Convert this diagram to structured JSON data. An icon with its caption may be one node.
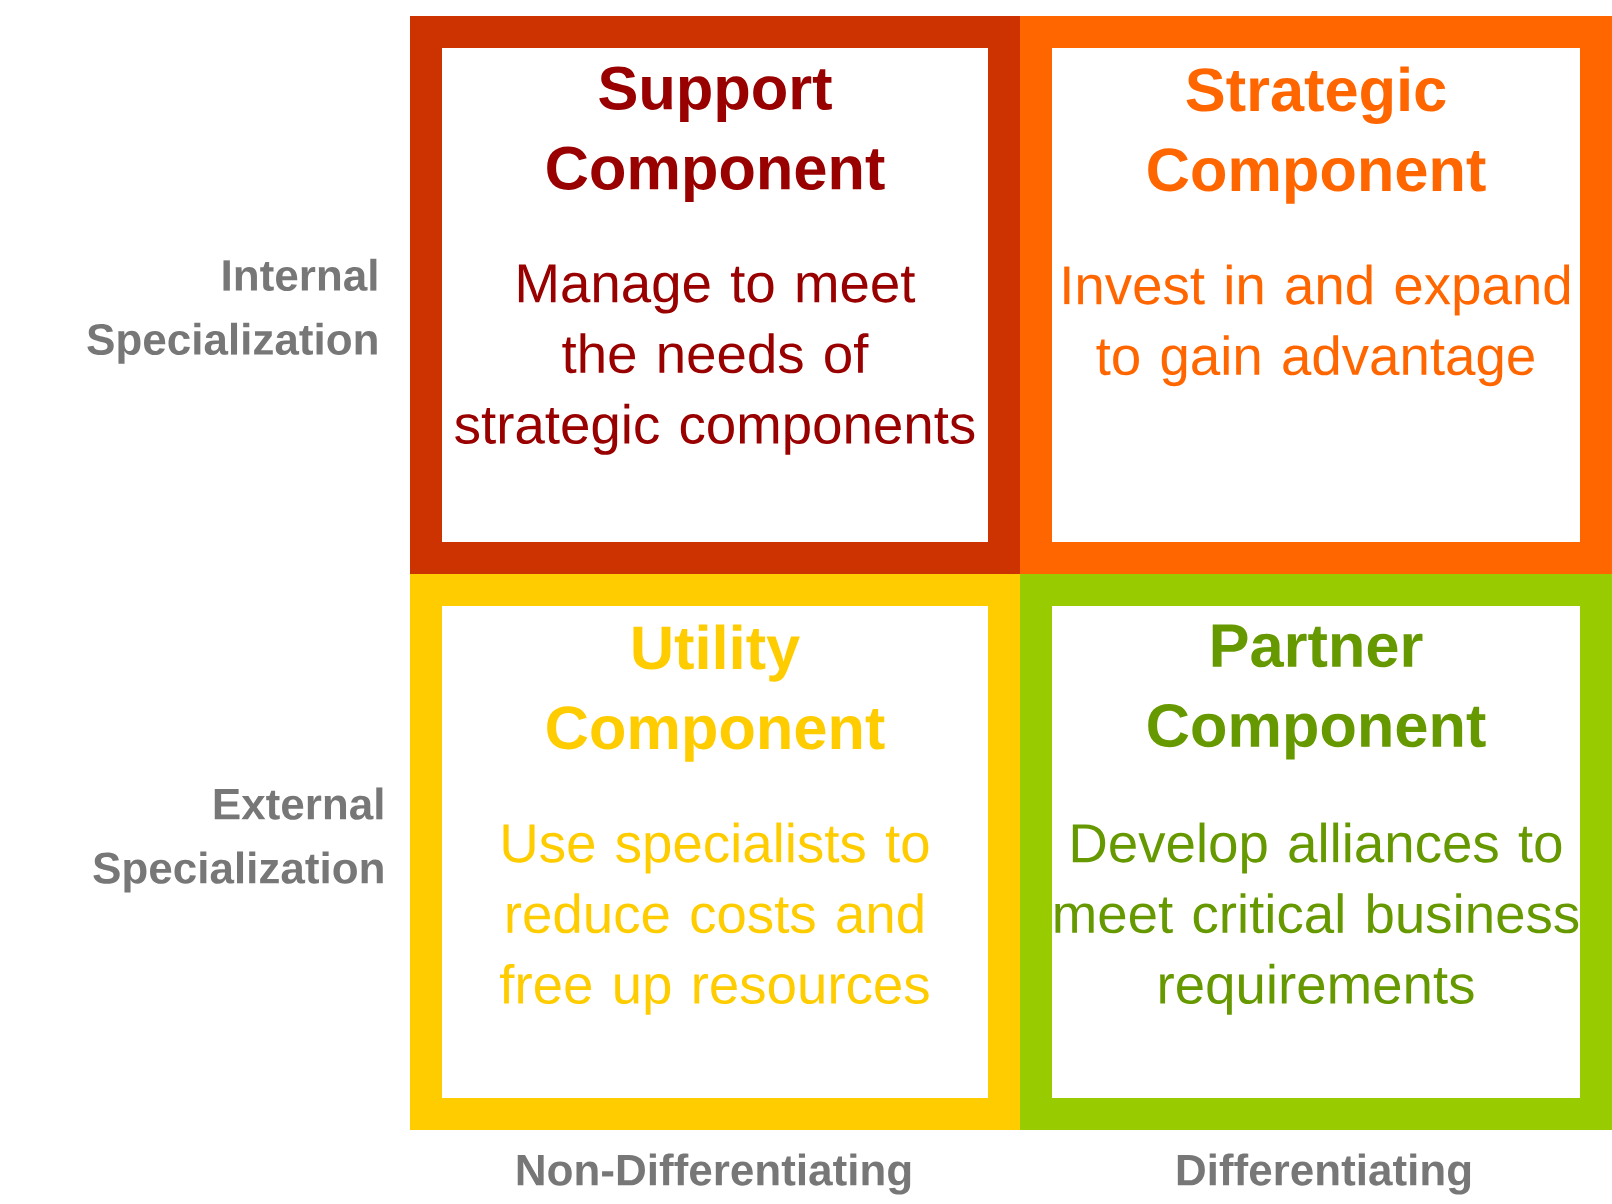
{
  "diagram": {
    "nodes": [
      {
        "text": [
          "Support Component",
          "Manage to meet the needs of strategic components"
        ]
      },
      {
        "text": [
          "Strategic Component",
          "Invest in and expand to gain advantage"
        ]
      },
      {
        "text": [
          "Utility Component",
          "Use specialists to reduce costs and free up resources"
        ]
      },
      {
        "text": [
          "Partner Component",
          "Develop alliances to meet critical business requirements"
        ]
      }
    ],
    "labels": [
      "Internal Specialization",
      "External Specialization",
      "Non-Differentiating",
      "Differentiating"
    ]
  }
}
